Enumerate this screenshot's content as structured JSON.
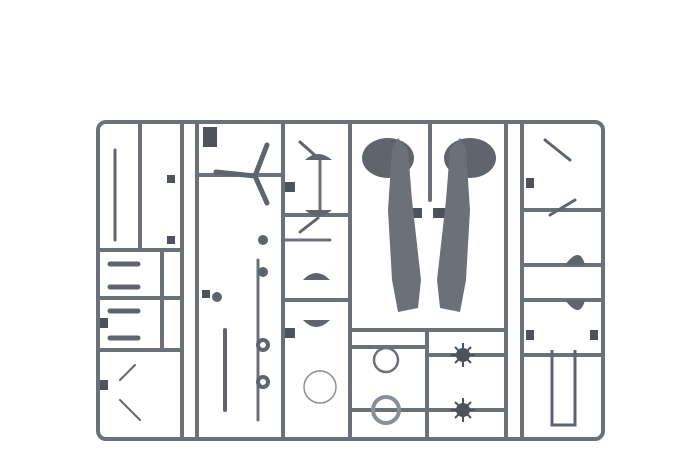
{
  "colors": {
    "background": "#ffffff",
    "plastic": "#6b7079",
    "plastic_dark": "#4d525b",
    "plastic_light": "#8a8f97"
  },
  "parts": [
    "fuselage-half-left",
    "fuselage-half-right",
    "propeller",
    "engine-cylinders",
    "wheels",
    "canopy-ring",
    "landing-gear-struts",
    "bombs",
    "machine-guns",
    "exhaust-stacks"
  ]
}
